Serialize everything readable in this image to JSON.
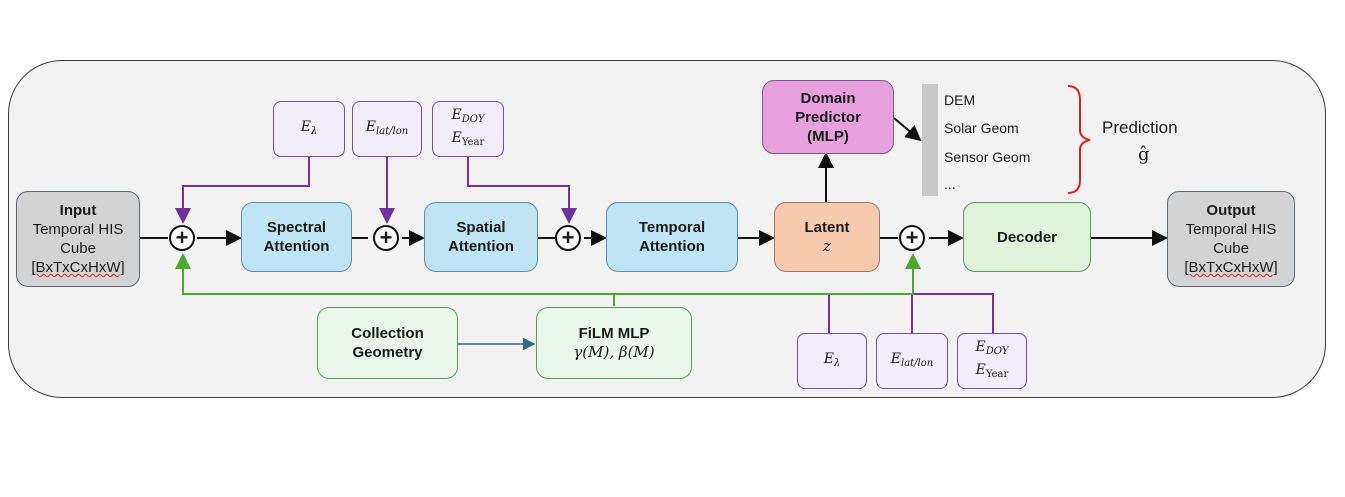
{
  "blocks": {
    "input": {
      "title": "Input",
      "line1": "Temporal HIS",
      "line2": "Cube",
      "shape": "[BxTxCxHxW]"
    },
    "spectral": {
      "line1": "Spectral",
      "line2": "Attention"
    },
    "spatial": {
      "line1": "Spatial",
      "line2": "Attention"
    },
    "temporal": {
      "line1": "Temporal",
      "line2": "Attention"
    },
    "latent": {
      "title": "Latent",
      "symbol": "z"
    },
    "decoder": {
      "title": "Decoder"
    },
    "output": {
      "title": "Output",
      "line1": "Temporal HIS",
      "line2": "Cube",
      "shape": "[BxTxCxHxW]"
    },
    "domain": {
      "line1": "Domain",
      "line2": "Predictor",
      "line3": "(MLP)"
    },
    "collection": {
      "line1": "Collection",
      "line2": "Geometry"
    },
    "film": {
      "title": "FiLM MLP",
      "formula": "γ(M), β(M)"
    }
  },
  "embeddings": {
    "lambda": {
      "base": "E",
      "sub": "λ"
    },
    "latlon": {
      "base": "E",
      "sub": "lat/lon"
    },
    "doy": {
      "base": "E",
      "sub": "DOY"
    },
    "year": {
      "base": "E",
      "sub": "Year"
    }
  },
  "operators": {
    "add": "+"
  },
  "predictions": {
    "items": [
      "DEM",
      "Solar Geom",
      "Sensor Geom",
      "..."
    ],
    "label": "Prediction",
    "symbol": "ĝ"
  },
  "colors": {
    "modulation": "#7030a0",
    "film": "#4ea72e",
    "geometry": "#2e6b8a",
    "bracket": "#e02020",
    "main_arrow": "#111111"
  }
}
